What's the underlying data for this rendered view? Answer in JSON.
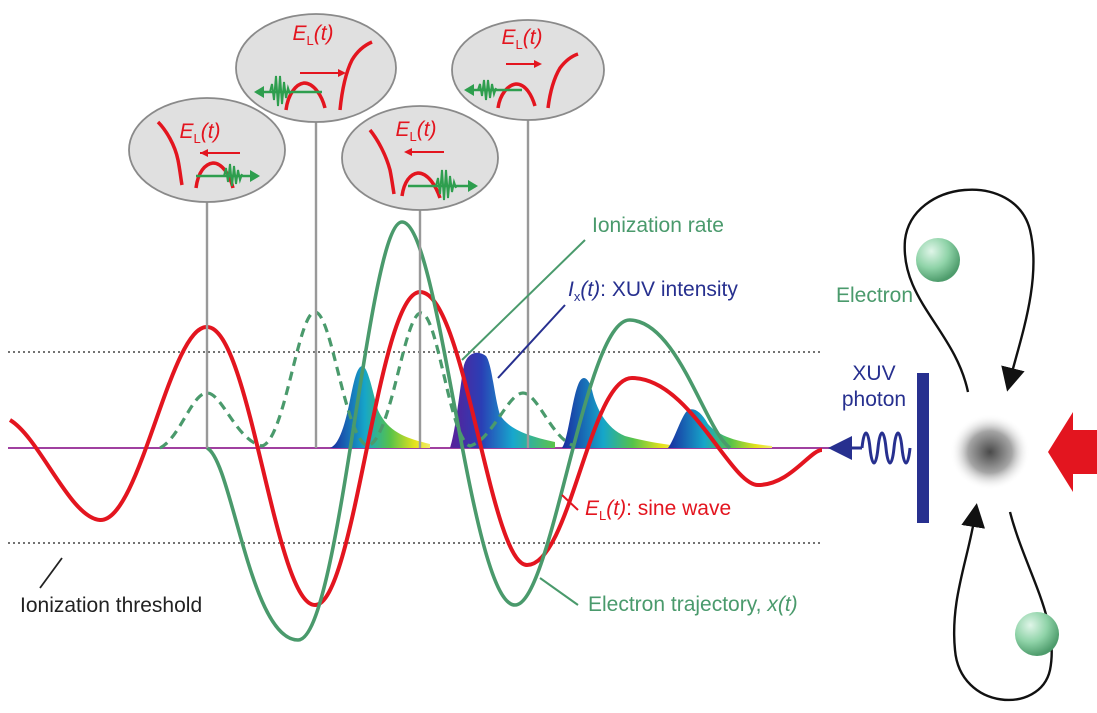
{
  "labels": {
    "ionization_rate": "Ionization rate",
    "xuv_intensity_sym": "I",
    "xuv_intensity_sub": "x",
    "xuv_intensity_arg": "(t)",
    "xuv_intensity_text": ": XUV  intensity",
    "electron": "Electron",
    "xuv_photon_line1": "XUV",
    "xuv_photon_line2": "photon",
    "sine_sym": "E",
    "sine_sub": "L",
    "sine_arg": "(t)",
    "sine_text": ": sine wave",
    "trajectory_text": "Electron  trajectory, ",
    "trajectory_var": "x(t)",
    "threshold": "Ionization threshold"
  },
  "bubbles": {
    "field_sym": "E",
    "field_sub": "L",
    "field_arg": "(t)"
  },
  "colors": {
    "field": "#e3151f",
    "trajectory": "#4a9a6c",
    "ionization": "#4a9a6c",
    "xuv": "#27308f",
    "threshold": "#444444",
    "bubble_fill": "#e0e0e0",
    "axis": "#a040a0",
    "electron_ball": "#8fd3a8",
    "incoming_arrow": "#e3151f"
  }
}
